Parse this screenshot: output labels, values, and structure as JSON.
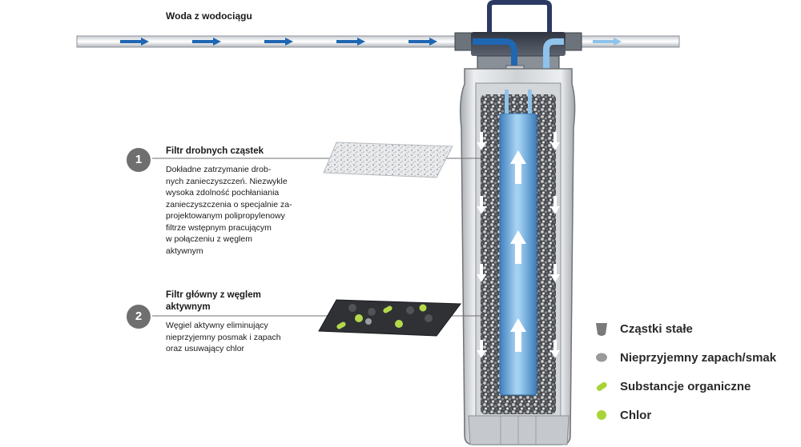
{
  "pipe": {
    "label": "Woda z wodociągu"
  },
  "stages": [
    {
      "number": "1",
      "title": "Filtr drobnych cząstek",
      "description": "Dokładne zatrzymanie drob-\nnych zanieczyszczeń. Niezwykle\nwysoka zdolność pochłaniania\nzanieczyszczenia o specjalnie za-\nprojektowanym polipropylenowy\nfiltrze wstępnym pracującym\nw połączeniu z węglem\naktywnym"
    },
    {
      "number": "2",
      "title": "Filtr główny z węglem\naktywnym",
      "description": "Węgiel aktywny eliminujący\nnieprzyjemny posmak i zapach\noraz usuwający chlor"
    }
  ],
  "legend": [
    {
      "label": "Cząstki stałe",
      "icon": "solid-particle-icon",
      "color": "#7a7a7a"
    },
    {
      "label": "Nieprzyjemny zapach/smak",
      "icon": "odor-taste-icon",
      "color": "#9a9a9a"
    },
    {
      "label": "Substancje organiczne",
      "icon": "organic-substance-icon",
      "color": "#a8d436"
    },
    {
      "label": "Chlor",
      "icon": "chlorine-icon",
      "color": "#a8d436"
    }
  ],
  "colors": {
    "inlet_water": "#1f66b3",
    "outlet_water": "#8ec3ec",
    "badge": "#6f6f6f",
    "carbon_particle": "#b4d84a"
  }
}
